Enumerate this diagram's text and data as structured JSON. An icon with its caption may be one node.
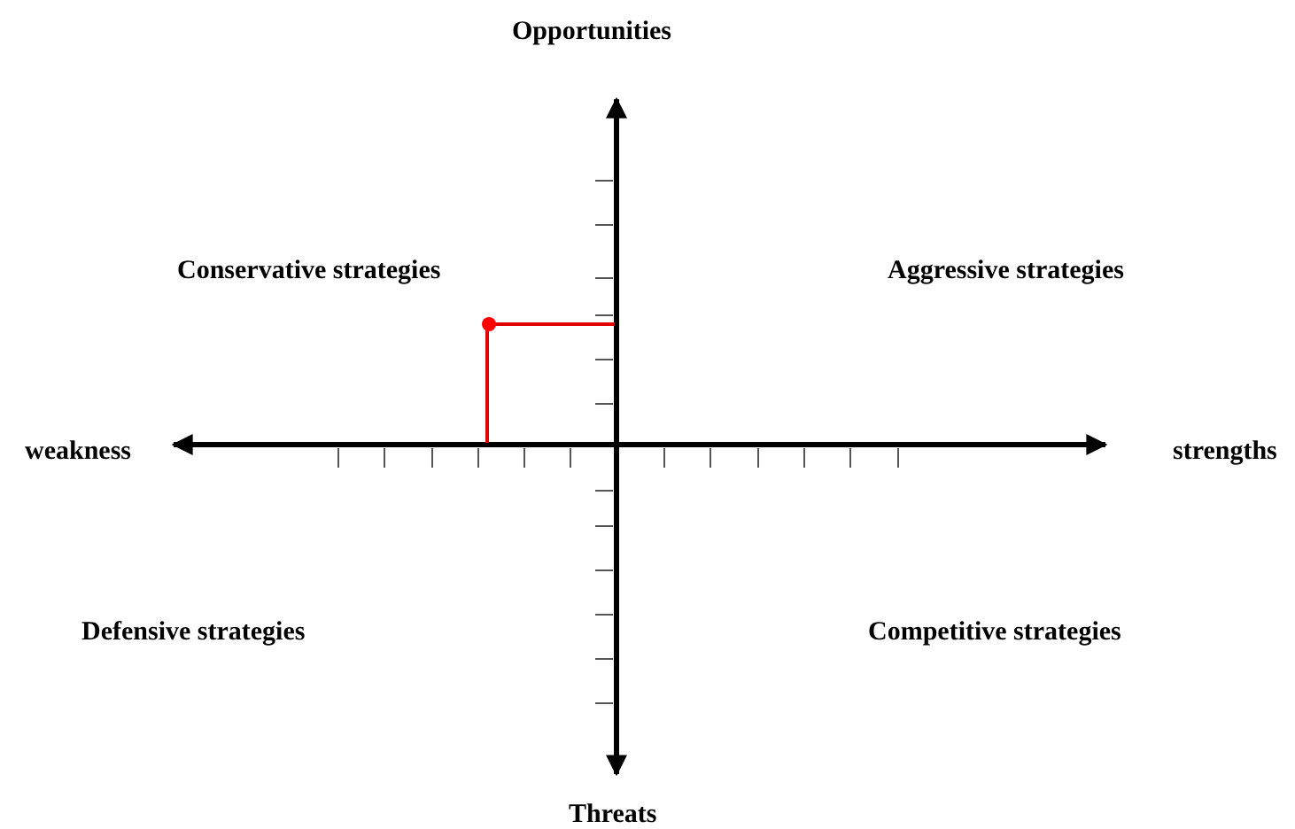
{
  "diagram": {
    "labels": [
      "Opportunities",
      "Conservative strategies",
      "Aggressive strategies",
      "weakness",
      "strengths",
      "Defensive strategies",
      "Competitive strategies",
      "Threats"
    ]
  }
}
